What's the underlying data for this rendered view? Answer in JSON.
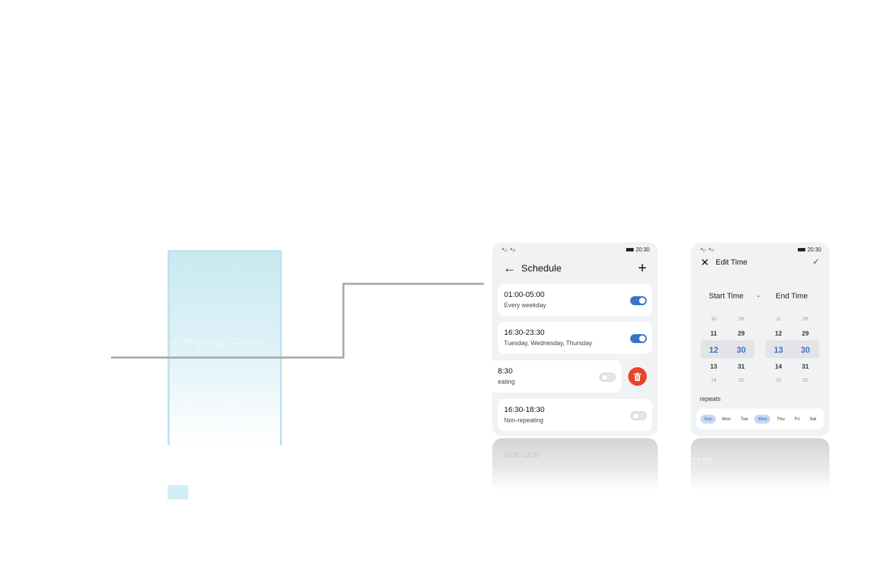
{
  "diagram": {
    "offpeak_label": "Off-peak Price",
    "band_color": "#c9e9f1",
    "line_color": "#a9a9a9"
  },
  "schedule_screen": {
    "status": {
      "signal": "ᵃᵢₗ ᵃᵢₗ",
      "time": "20:30"
    },
    "title": "Schedule",
    "back_icon": "←",
    "add_icon": "+",
    "items": [
      {
        "time": "01:00-05:00",
        "repeat": "Every weekday",
        "enabled": true
      },
      {
        "time": "16:30-23:30",
        "repeat": "Tuesday, Wednesday, Thursday",
        "enabled": true
      },
      {
        "time": "8:30",
        "repeat": "eating",
        "enabled": false
      },
      {
        "time": "16:30-18:30",
        "repeat": "Non-repeating",
        "enabled": false
      }
    ],
    "toggle_on_color": "#3a73c9",
    "delete_color": "#e8452c"
  },
  "edit_time_screen": {
    "status": {
      "signal": "ᵃᵢₗ ᵃᵢₗ",
      "time": "20:30"
    },
    "close_icon": "✕",
    "title": "Edit Time",
    "confirm_icon": "✓",
    "start_label": "Start Time",
    "separator": "-",
    "end_label": "End Time",
    "start_hours": [
      "10",
      "11",
      "12",
      "13",
      "14"
    ],
    "start_minutes": [
      "28",
      "29",
      "30",
      "31",
      "32"
    ],
    "end_hours": [
      "11",
      "12",
      "13",
      "14",
      "15"
    ],
    "end_minutes": [
      "28",
      "29",
      "30",
      "31",
      "32"
    ],
    "repeats_label": "repeats",
    "days": [
      {
        "label": "Sun",
        "selected": true
      },
      {
        "label": "Mon",
        "selected": false
      },
      {
        "label": "Tue",
        "selected": false
      },
      {
        "label": "Wed",
        "selected": true
      },
      {
        "label": "Thu",
        "selected": false
      },
      {
        "label": "Fri",
        "selected": false
      },
      {
        "label": "Sat",
        "selected": false
      }
    ]
  },
  "reflection": {
    "ghost_time": "23:00"
  }
}
